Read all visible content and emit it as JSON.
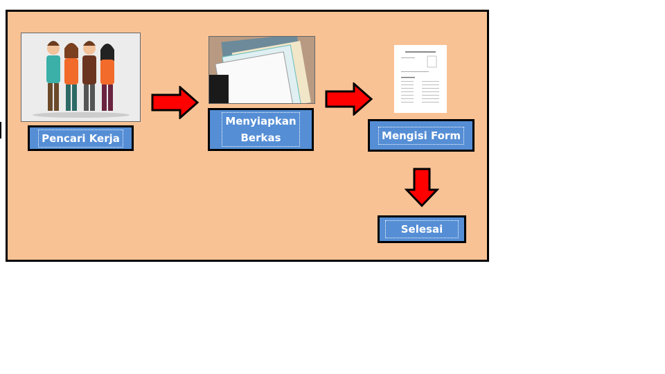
{
  "steps": [
    {
      "label": "Pencari Kerja",
      "image": "job-seekers-illustration"
    },
    {
      "label_line1": "Menyiapkan",
      "label_line2": "Berkas",
      "image": "documents-photo"
    },
    {
      "label": "Mengisi Form",
      "image": "form-document"
    },
    {
      "label": "Selesai"
    }
  ],
  "colors": {
    "background": "#f9c295",
    "box": "#558ed5",
    "arrow": "#ff0000"
  }
}
